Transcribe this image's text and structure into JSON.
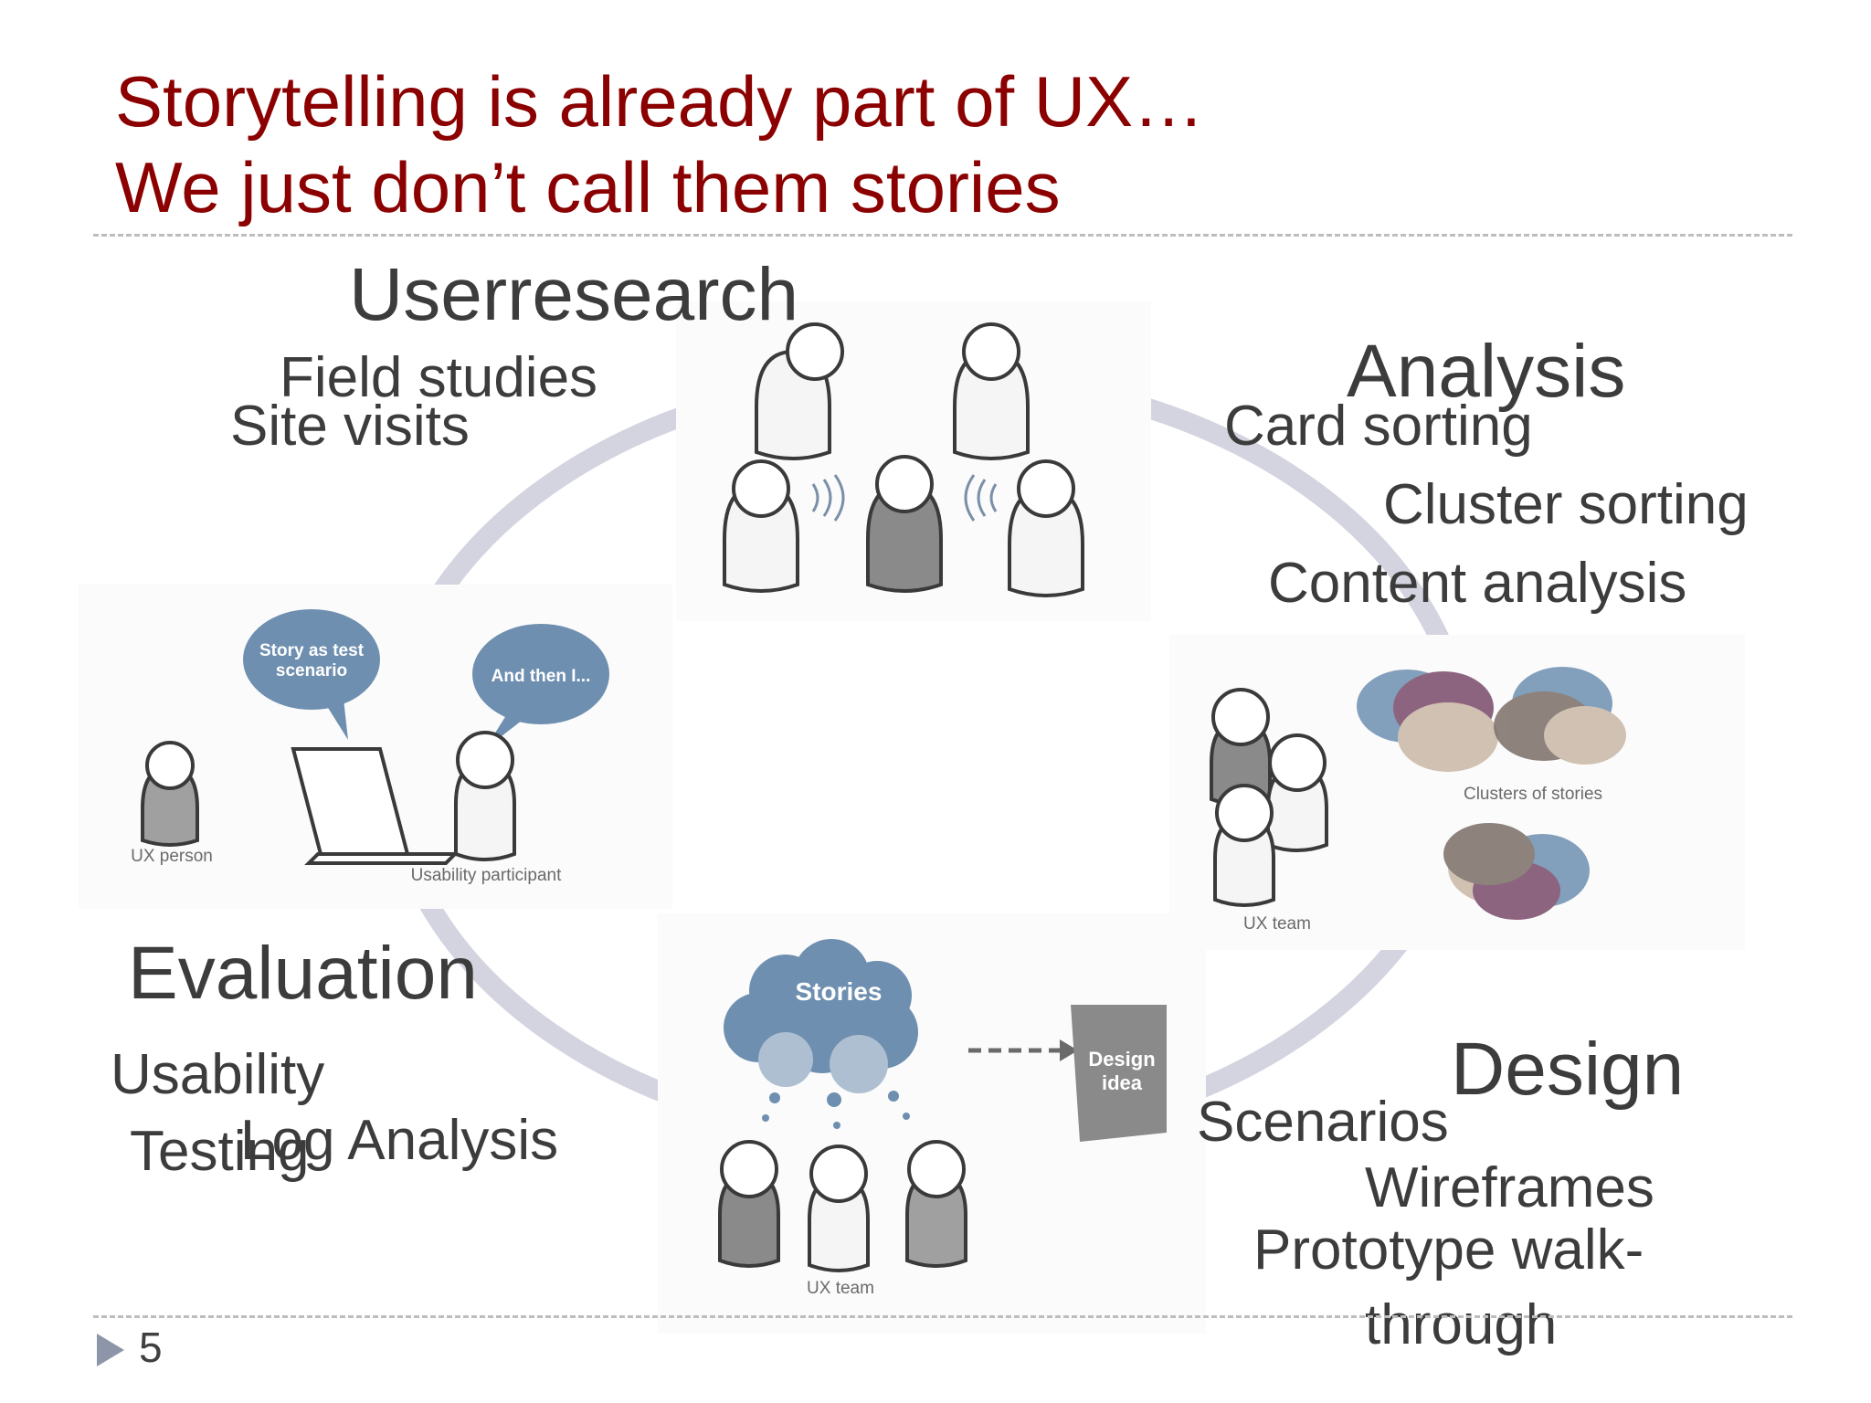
{
  "slide": {
    "title_line1": "Storytelling is already part of UX…",
    "title_line2": "We just don’t call them stories",
    "page_number": "5"
  },
  "sections": {
    "user_research": {
      "heading": "Userresearch",
      "items": [
        "Field studies",
        "Site visits"
      ]
    },
    "analysis": {
      "heading": "Analysis",
      "items": [
        "Card sorting",
        "Cluster sorting",
        "Content analysis"
      ]
    },
    "design": {
      "heading": "Design",
      "items": [
        "Scenarios",
        "Wireframes",
        "Prototype walk-",
        "through"
      ]
    },
    "evaluation": {
      "heading": "Evaluation",
      "items": [
        "Usability",
        "Testing",
        "Log Analysis"
      ]
    }
  },
  "illustrations": {
    "eval_bubble_left": [
      "Story as test",
      "scenario"
    ],
    "eval_bubble_right": "And then I...",
    "eval_caption_left": "UX person",
    "eval_caption_right": "Usability participant",
    "analysis_caption_clusters": "Clusters of stories",
    "analysis_caption_team": "UX team",
    "design_cloud": "Stories",
    "design_doc": [
      "Design",
      "idea"
    ],
    "design_caption_team": "UX team"
  },
  "colors": {
    "title": "#8b0000",
    "body_text": "#3c3c3c",
    "bubble_blue": "#6e8fb0",
    "cycle_ring": "#c9cad8"
  }
}
